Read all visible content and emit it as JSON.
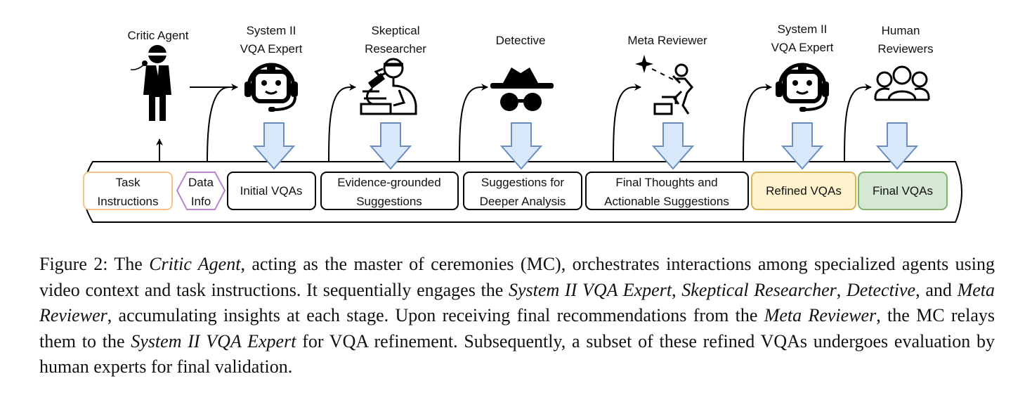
{
  "agents": [
    {
      "name": "critic-agent",
      "line1": "Critic Agent",
      "line2": "",
      "icon": "person-with-microphone-icon"
    },
    {
      "name": "vqa-expert-1",
      "line1": "System II",
      "line2": "VQA Expert",
      "icon": "robot-headset-icon"
    },
    {
      "name": "skeptical-researcher",
      "line1": "Skeptical",
      "line2": "Researcher",
      "icon": "scientist-microscope-icon"
    },
    {
      "name": "detective",
      "line1": "Detective",
      "line2": "",
      "icon": "detective-hat-glasses-icon"
    },
    {
      "name": "meta-reviewer",
      "line1": "Meta Reviewer",
      "line2": "",
      "icon": "person-pointing-star-icon"
    },
    {
      "name": "vqa-expert-2",
      "line1": "System II",
      "line2": "VQA Expert",
      "icon": "robot-headset-icon"
    },
    {
      "name": "human-reviewers",
      "line1": "Human",
      "line2": "Reviewers",
      "icon": "people-group-icon"
    }
  ],
  "boxes": [
    {
      "line1": "Task",
      "line2": "Instructions"
    },
    {
      "line1": "Data",
      "line2": "Info"
    },
    {
      "line1": "Initial VQAs",
      "line2": ""
    },
    {
      "line1": "Evidence-grounded",
      "line2": "Suggestions"
    },
    {
      "line1": "Suggestions for",
      "line2": "Deeper Analysis"
    },
    {
      "line1": "Final Thoughts and",
      "line2": "Actionable Suggestions"
    },
    {
      "line1": "Refined VQAs",
      "line2": ""
    },
    {
      "line1": "Final VQAs",
      "line2": ""
    }
  ],
  "colors": {
    "task_border": "#f5c28a",
    "data_border": "#b884cc",
    "refined_fill": "#fff2cc",
    "refined_border": "#d6b656",
    "final_fill": "#d5e8d4",
    "final_border": "#82b366",
    "arrow_fill": "#dae8fc",
    "arrow_stroke": "#6c8ebf"
  },
  "caption": {
    "s1": "Figure 2: The ",
    "s2": "Critic Agent",
    "s3": ", acting as the master of ceremonies (MC), orchestrates interactions among specialized agents using video context and task instructions. It sequentially engages the ",
    "s4": "System II VQA Expert",
    "s5": ", ",
    "s6": "Skeptical Researcher",
    "s7": ", ",
    "s8": "Detective",
    "s9": ", and ",
    "s10": "Meta Reviewer",
    "s11": ", accumulating insights at each stage. Upon receiving final recommendations from the ",
    "s12": "Meta Reviewer",
    "s13": ", the MC relays them to the ",
    "s14": "System II VQA Expert",
    "s15": " for VQA refinement. Subsequently, a subset of these refined VQAs undergoes evaluation by human experts for final validation."
  }
}
